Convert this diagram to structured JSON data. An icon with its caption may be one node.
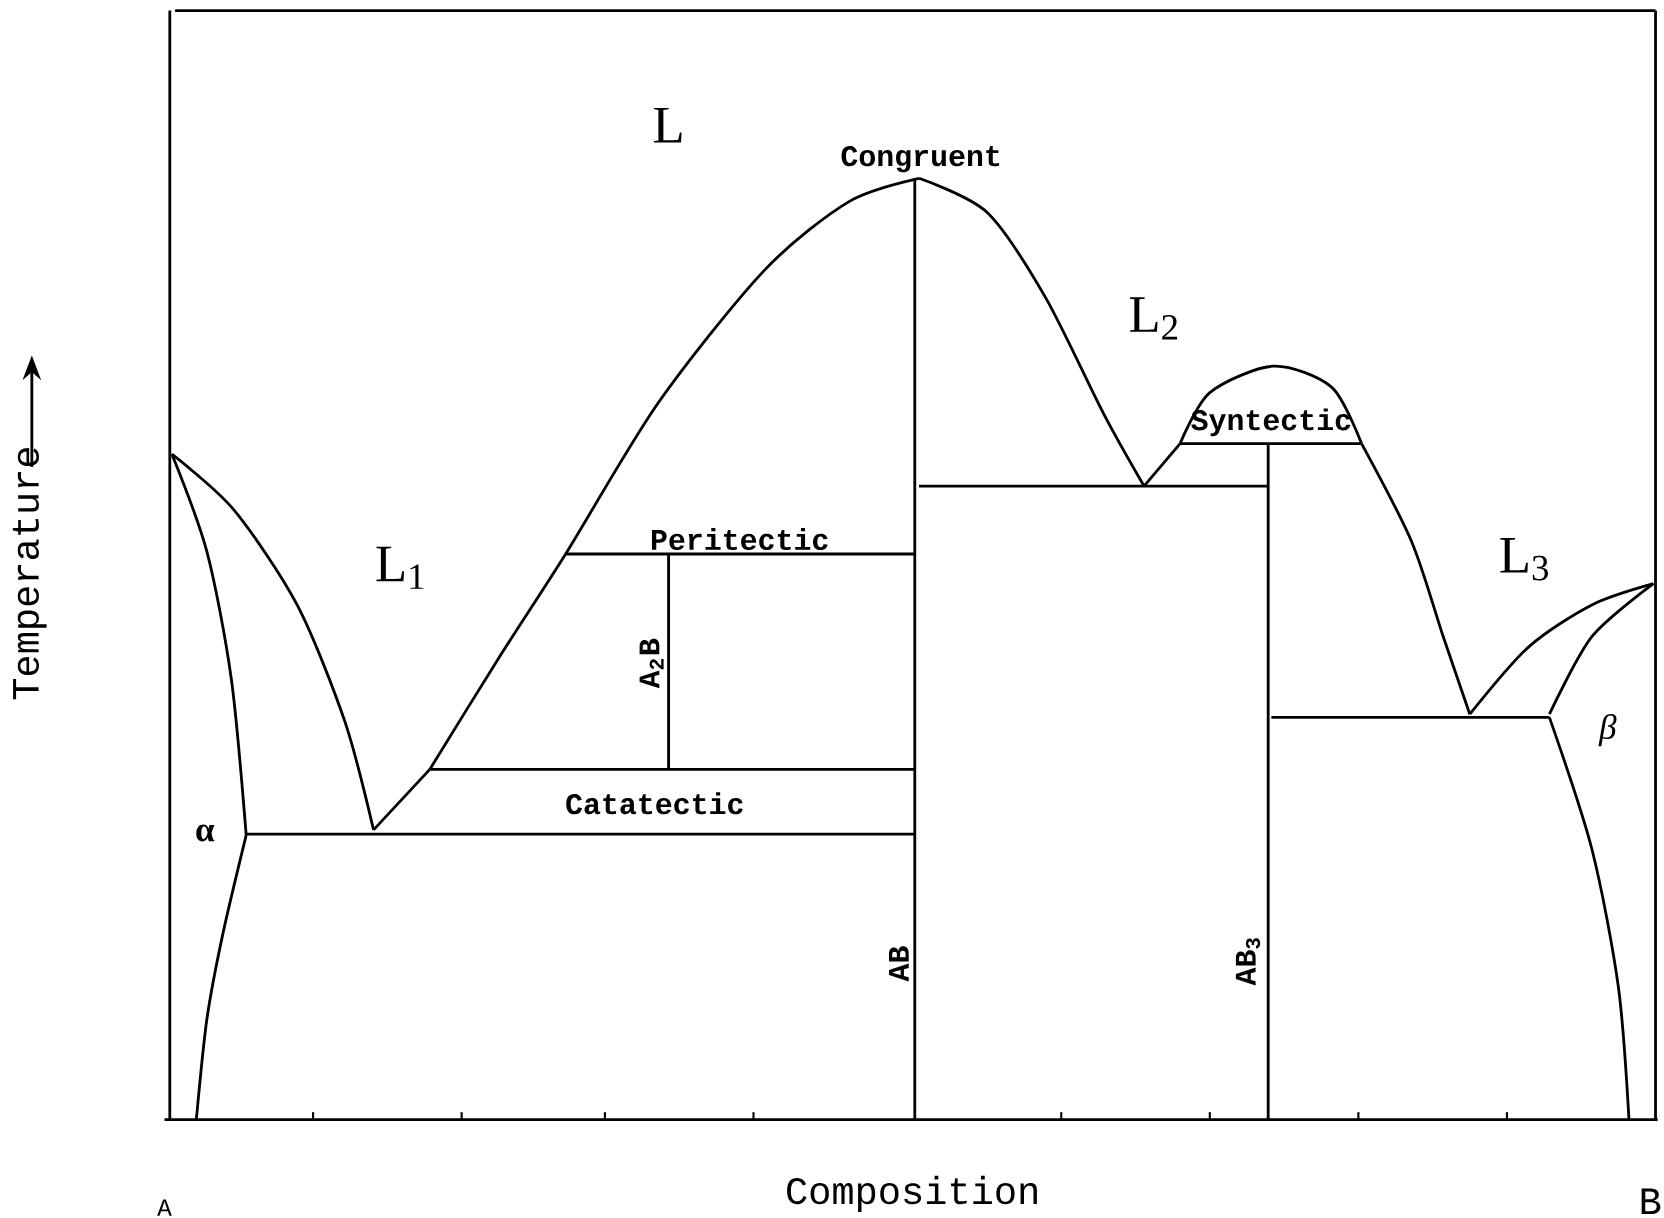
{
  "diagram": {
    "labels": [
      "L",
      "Congruent",
      "L$_{2}$",
      "Syntectic",
      "Peritectic",
      "L$_{1}$",
      "L$_{3}$",
      "A$_{2}$B",
      "β",
      "Catatectic",
      "α",
      "AB",
      "AB$_{3}$",
      "Temperature",
      "Composition",
      "A",
      "B"
    ]
  }
}
